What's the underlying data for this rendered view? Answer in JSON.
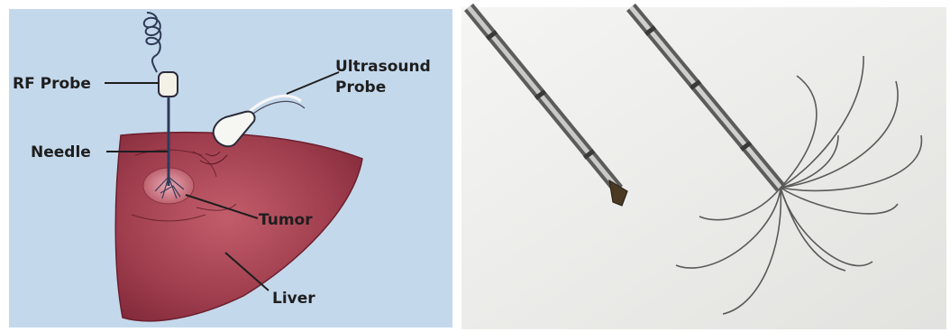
{
  "diagram": {
    "labels": {
      "rf_probe": "RF Probe",
      "ultrasound_line1": "Ultrasound",
      "ultrasound_line2": "Probe",
      "needle": "Needle",
      "tumor": "Tumor",
      "liver": "Liver"
    }
  },
  "colors": {
    "diagram_background": "#c4d8ec",
    "liver_fill": "#9e3c4c",
    "liver_dark": "#7a2434",
    "photo_background": "#ececea",
    "label_text": "#1e1e1e"
  }
}
